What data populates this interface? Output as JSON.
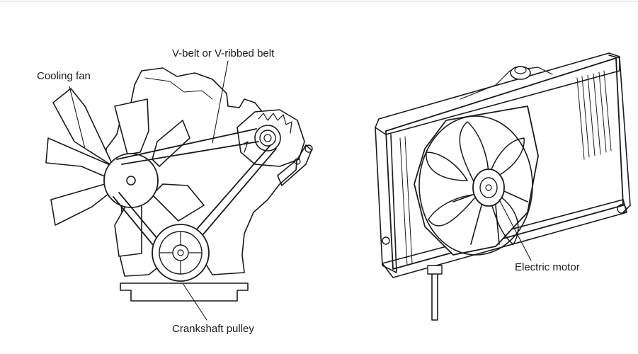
{
  "labels": {
    "cooling_fan": "Cooling fan",
    "belt": "V-belt or V-ribbed belt",
    "crankshaft_pulley": "Crankshaft pulley",
    "electric_motor": "Electric motor"
  },
  "colors": {
    "ink": "#1a1a1a",
    "background": "#ffffff"
  }
}
